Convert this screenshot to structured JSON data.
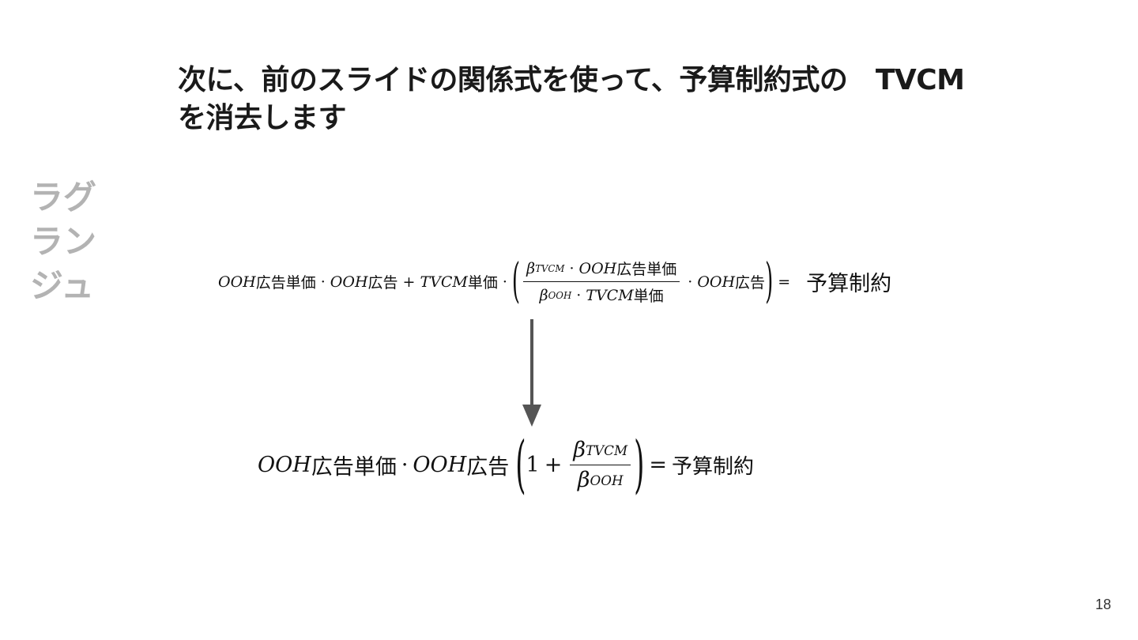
{
  "title": {
    "line1": "次に、前のスライドの関係式を使って、予算制約式の　TVCM",
    "line2": "を消去します"
  },
  "side_label": [
    "ラグ",
    "ラン",
    "ジュ"
  ],
  "equation1": {
    "v_ooh": "OOH",
    "unit_price": "広告単価",
    "ad": "広告",
    "v_tvcm": "TVCM",
    "tvcm_price": "単価",
    "beta": "β",
    "sub_tvcm": "TVCM",
    "sub_ooh": "OOH",
    "dot": "·",
    "plus": "+",
    "equals": "=",
    "rhs": "予算制約"
  },
  "equation2": {
    "v_ooh": "OOH",
    "unit_price": "広告単価",
    "ad": "広告",
    "one": "1",
    "plus": "+",
    "beta": "β",
    "sub_tvcm": "TVCM",
    "sub_ooh": "OOH",
    "dot": "·",
    "equals": "=",
    "rhs": "予算制約"
  },
  "page_number": "18",
  "colors": {
    "arrow": "#555555",
    "side_label": "#b3b3b3"
  }
}
